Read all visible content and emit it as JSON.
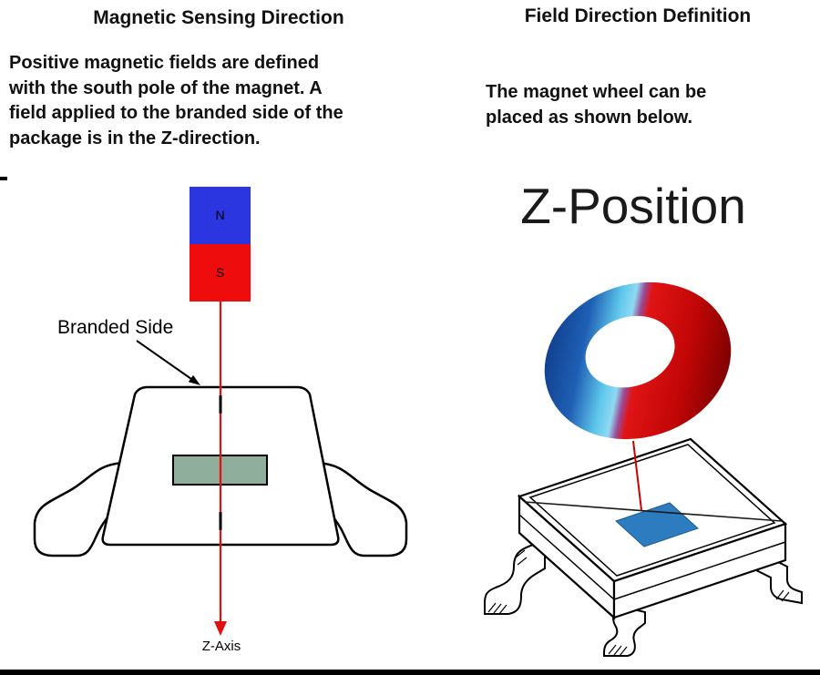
{
  "left_panel": {
    "title": "Magnetic Sensing Direction",
    "body_lines": [
      "Positive magnetic fields are defined",
      "with the south pole of the magnet. A",
      "field applied to the branded side of the",
      "package is in the Z-direction."
    ],
    "diagram": {
      "magnet_north_label": "N",
      "magnet_south_label": "S",
      "magnet_north_color": "#2b35e0",
      "magnet_south_color": "#ee0c0c",
      "branded_side_label": "Branded Side",
      "z_axis_label": "Z-Axis",
      "die_color": "#8fae9c",
      "axis_color": "#e01010"
    }
  },
  "right_panel": {
    "title": "Field Direction Definition",
    "body_lines": [
      "The magnet wheel can be",
      "placed as shown below."
    ],
    "diagram": {
      "position_label": "Z-Position",
      "ring_blue_dark": "#0b2d78",
      "ring_blue_light": "#5ec6ea",
      "ring_red": "#e01414",
      "sensor_color": "#2e7cc0",
      "field_line_color": "#cc0000"
    }
  }
}
